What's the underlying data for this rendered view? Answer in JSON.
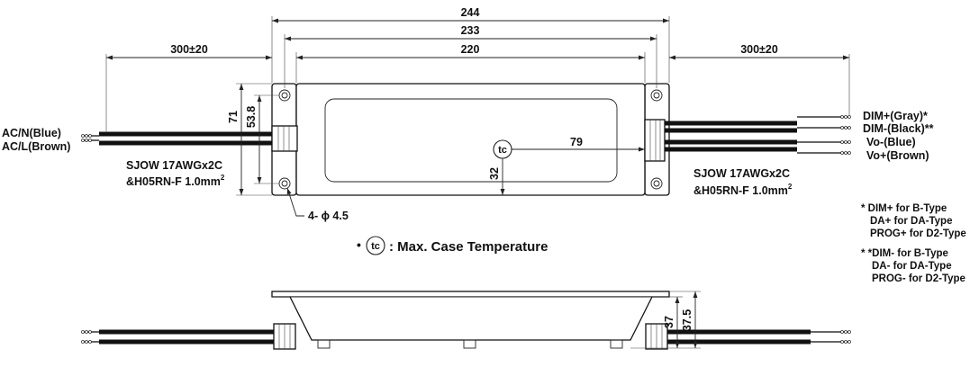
{
  "dimensions": {
    "overall_length": "244",
    "mount_spacing": "233",
    "body_length": "220",
    "cable_left": "300±20",
    "cable_right": "300±20",
    "height_71": "71",
    "height_53_8": "53.8",
    "tc_x": "79",
    "tc_y": "32",
    "holes": "4- ϕ 4.5",
    "side_37": "37",
    "side_37_5": "37.5"
  },
  "left_wires": {
    "neutral": "AC/N(Blue)",
    "line": "AC/L(Brown)"
  },
  "left_cable_spec": {
    "line1": "SJOW 17AWGx2C",
    "line2": "&H05RN-F 1.0mm",
    "sup": "2"
  },
  "right_wires": {
    "dim_plus": "DIM+(Gray)*",
    "dim_minus": "DIM-(Black)**",
    "vo_minus": "Vo-(Blue)",
    "vo_plus": "Vo+(Brown)"
  },
  "right_cable_spec": {
    "line1": "SJOW 17AWGx2C",
    "line2": "&H05RN-F 1.0mm",
    "sup": "2"
  },
  "tc_legend": {
    "bullet": "•",
    "symbol": "tc",
    "text": ": Max. Case Temperature"
  },
  "notes": {
    "n1": "* DIM+ for B-Type",
    "n2": "DA+ for DA-Type",
    "n3": "PROG+ for D2-Type",
    "n4": "* *DIM- for B-Type",
    "n5": "DA- for DA-Type",
    "n6": "PROG- for D2-Type"
  }
}
